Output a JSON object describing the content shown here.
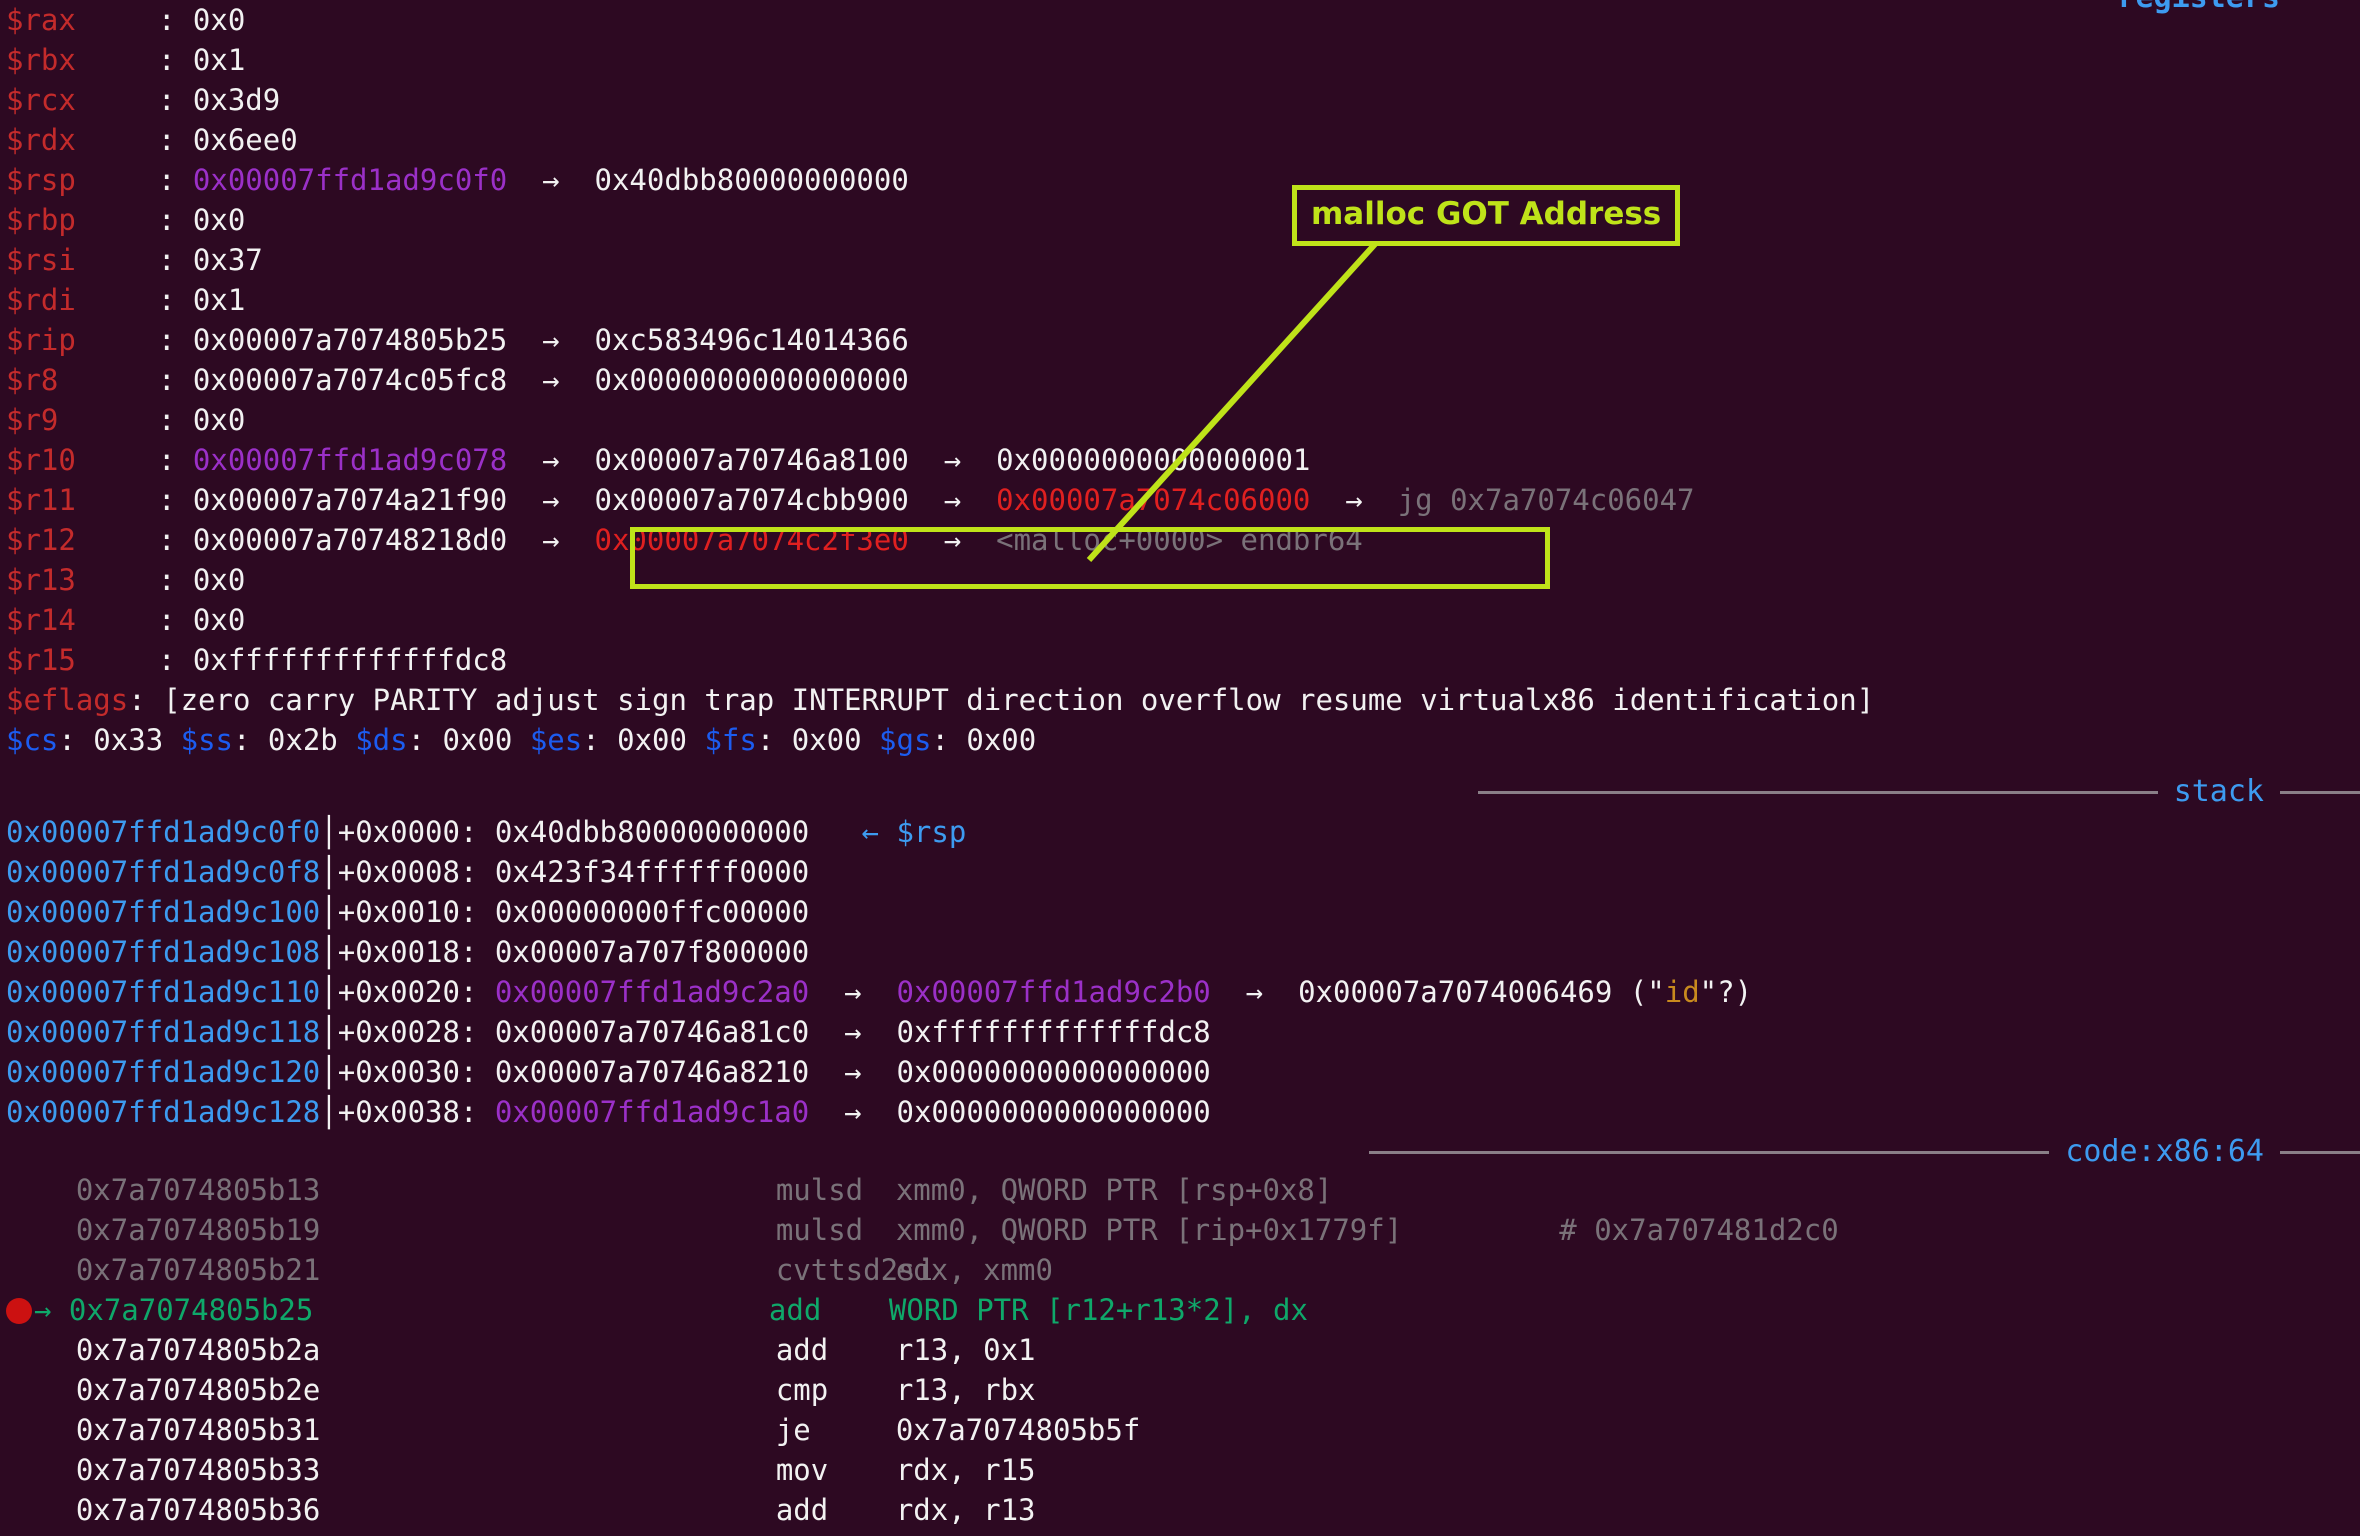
{
  "theme": {
    "background": "#2d0922",
    "register_name": "#c42b2b",
    "value_white": "#f2f2f2",
    "pointer_purple": "#9b30c8",
    "highlight_red": "#e02020",
    "symbol_gray": "#7a7279",
    "segment_blue": "#1c5cf0",
    "header_blue": "#3d9bf0",
    "current_insn_green": "#0fa86a",
    "string_orange": "#c88a1e",
    "annotation_green": "#bfe319"
  },
  "sections": {
    "registers_title": "registers",
    "stack_title": "stack",
    "code_title": "code:x86:64"
  },
  "registers": [
    {
      "name": "$rax",
      "sep": ": ",
      "parts": [
        {
          "t": "0x0",
          "c": "val"
        }
      ]
    },
    {
      "name": "$rbx",
      "sep": ": ",
      "parts": [
        {
          "t": "0x1",
          "c": "val"
        }
      ]
    },
    {
      "name": "$rcx",
      "sep": ": ",
      "parts": [
        {
          "t": "0x3d9",
          "c": "val"
        }
      ]
    },
    {
      "name": "$rdx",
      "sep": ": ",
      "parts": [
        {
          "t": "0x6ee0",
          "c": "val"
        }
      ]
    },
    {
      "name": "$rsp",
      "sep": ": ",
      "parts": [
        {
          "t": "0x00007ffd1ad9c0f0",
          "c": "ptr"
        },
        {
          "t": "  →  ",
          "c": "arrow"
        },
        {
          "t": "0x40dbb80000000000",
          "c": "val"
        }
      ]
    },
    {
      "name": "$rbp",
      "sep": ": ",
      "parts": [
        {
          "t": "0x0",
          "c": "val"
        }
      ]
    },
    {
      "name": "$rsi",
      "sep": ": ",
      "parts": [
        {
          "t": "0x37",
          "c": "val"
        }
      ]
    },
    {
      "name": "$rdi",
      "sep": ": ",
      "parts": [
        {
          "t": "0x1",
          "c": "val"
        }
      ]
    },
    {
      "name": "$rip",
      "sep": ": ",
      "parts": [
        {
          "t": "0x00007a7074805b25",
          "c": "val"
        },
        {
          "t": "  →  ",
          "c": "arrow"
        },
        {
          "t": "0xc583496c14014366",
          "c": "val"
        }
      ]
    },
    {
      "name": "$r8",
      "sep": ": ",
      "parts": [
        {
          "t": "0x00007a7074c05fc8",
          "c": "val"
        },
        {
          "t": "  →  ",
          "c": "arrow"
        },
        {
          "t": "0x0000000000000000",
          "c": "val"
        }
      ]
    },
    {
      "name": "$r9",
      "sep": ": ",
      "parts": [
        {
          "t": "0x0",
          "c": "val"
        }
      ]
    },
    {
      "name": "$r10",
      "sep": ": ",
      "parts": [
        {
          "t": "0x00007ffd1ad9c078",
          "c": "ptr"
        },
        {
          "t": "  →  ",
          "c": "arrow"
        },
        {
          "t": "0x00007a70746a8100",
          "c": "val"
        },
        {
          "t": "  →  ",
          "c": "arrow"
        },
        {
          "t": "0x0000000000000001",
          "c": "val"
        }
      ]
    },
    {
      "name": "$r11",
      "sep": ": ",
      "parts": [
        {
          "t": "0x00007a7074a21f90",
          "c": "val"
        },
        {
          "t": "  →  ",
          "c": "arrow"
        },
        {
          "t": "0x00007a7074cbb900",
          "c": "val"
        },
        {
          "t": "  →  ",
          "c": "arrow"
        },
        {
          "t": "0x00007a7074c06000",
          "c": "red"
        },
        {
          "t": "  →  ",
          "c": "arrow"
        },
        {
          "t": "jg 0x7a7074c06047",
          "c": "gray"
        }
      ]
    },
    {
      "name": "$r12",
      "sep": ": ",
      "parts": [
        {
          "t": "0x00007a70748218d0",
          "c": "val"
        },
        {
          "t": "  →  ",
          "c": "arrow"
        },
        {
          "t": "0x00007a7074c2f3e0",
          "c": "red"
        },
        {
          "t": "  →  ",
          "c": "arrow"
        },
        {
          "t": "<malloc+0000> endbr64",
          "c": "gray"
        }
      ]
    },
    {
      "name": "$r13",
      "sep": ": ",
      "parts": [
        {
          "t": "0x0",
          "c": "val"
        }
      ]
    },
    {
      "name": "$r14",
      "sep": ": ",
      "parts": [
        {
          "t": "0x0",
          "c": "val"
        }
      ]
    },
    {
      "name": "$r15",
      "sep": ": ",
      "parts": [
        {
          "t": "0xfffffffffffffdc8",
          "c": "val"
        }
      ]
    }
  ],
  "eflags": {
    "name": "$eflags",
    "sep": ": ",
    "value": "[zero carry PARITY adjust sign trap INTERRUPT direction overflow resume virtualx86 identification]"
  },
  "segments": [
    {
      "name": "$cs",
      "value": "0x33"
    },
    {
      "name": "$ss",
      "value": "0x2b"
    },
    {
      "name": "$ds",
      "value": "0x00"
    },
    {
      "name": "$es",
      "value": "0x00"
    },
    {
      "name": "$fs",
      "value": "0x00"
    },
    {
      "name": "$gs",
      "value": "0x00"
    }
  ],
  "stack": [
    {
      "addr": "0x00007ffd1ad9c0f0",
      "off": "+0x0000: ",
      "parts": [
        {
          "t": "0x40dbb80000000000",
          "c": "val"
        },
        {
          "t": "\t ← $rsp",
          "c": "lblue"
        }
      ]
    },
    {
      "addr": "0x00007ffd1ad9c0f8",
      "off": "+0x0008: ",
      "parts": [
        {
          "t": "0x423f34ffffff0000",
          "c": "val"
        }
      ]
    },
    {
      "addr": "0x00007ffd1ad9c100",
      "off": "+0x0010: ",
      "parts": [
        {
          "t": "0x00000000ffc00000",
          "c": "val"
        }
      ]
    },
    {
      "addr": "0x00007ffd1ad9c108",
      "off": "+0x0018: ",
      "parts": [
        {
          "t": "0x00007a707f800000",
          "c": "val"
        }
      ]
    },
    {
      "addr": "0x00007ffd1ad9c110",
      "off": "+0x0020: ",
      "parts": [
        {
          "t": "0x00007ffd1ad9c2a0",
          "c": "ptr"
        },
        {
          "t": "  →  ",
          "c": "arrow"
        },
        {
          "t": "0x00007ffd1ad9c2b0",
          "c": "ptr"
        },
        {
          "t": "  →  ",
          "c": "arrow"
        },
        {
          "t": "0x00007a7074006469 (\"",
          "c": "val"
        },
        {
          "t": "id",
          "c": "str"
        },
        {
          "t": "\"?)",
          "c": "val"
        }
      ]
    },
    {
      "addr": "0x00007ffd1ad9c118",
      "off": "+0x0028: ",
      "parts": [
        {
          "t": "0x00007a70746a81c0",
          "c": "val"
        },
        {
          "t": "  →  ",
          "c": "arrow"
        },
        {
          "t": "0xfffffffffffffdc8",
          "c": "val"
        }
      ]
    },
    {
      "addr": "0x00007ffd1ad9c120",
      "off": "+0x0030: ",
      "parts": [
        {
          "t": "0x00007a70746a8210",
          "c": "val"
        },
        {
          "t": "  →  ",
          "c": "arrow"
        },
        {
          "t": "0x0000000000000000",
          "c": "val"
        }
      ]
    },
    {
      "addr": "0x00007ffd1ad9c128",
      "off": "+0x0038: ",
      "parts": [
        {
          "t": "0x00007ffd1ad9c1a0",
          "c": "ptr"
        },
        {
          "t": "  →  ",
          "c": "arrow"
        },
        {
          "t": "0x0000000000000000",
          "c": "val"
        }
      ]
    }
  ],
  "code": [
    {
      "marker": "",
      "addr": "0x7a7074805b13",
      "mnemonic": "mulsd",
      "operands": "xmm0, QWORD PTR [rsp+0x8]",
      "comment": "",
      "state": "past"
    },
    {
      "marker": "",
      "addr": "0x7a7074805b19",
      "mnemonic": "mulsd",
      "operands": "xmm0, QWORD PTR [rip+0x1779f]",
      "comment": "# 0x7a707481d2c0",
      "state": "past"
    },
    {
      "marker": "",
      "addr": "0x7a7074805b21",
      "mnemonic": "cvttsd2si",
      "operands": "edx, xmm0",
      "comment": "",
      "state": "past"
    },
    {
      "marker": "→",
      "addr": "0x7a7074805b25",
      "mnemonic": "add",
      "operands": "WORD PTR [r12+r13*2], dx",
      "comment": "",
      "state": "current",
      "breakpoint": true
    },
    {
      "marker": "",
      "addr": "0x7a7074805b2a",
      "mnemonic": "add",
      "operands": "r13, 0x1",
      "comment": "",
      "state": "future"
    },
    {
      "marker": "",
      "addr": "0x7a7074805b2e",
      "mnemonic": "cmp",
      "operands": "r13, rbx",
      "comment": "",
      "state": "future"
    },
    {
      "marker": "",
      "addr": "0x7a7074805b31",
      "mnemonic": "je",
      "operands": "0x7a7074805b5f",
      "comment": "",
      "state": "future"
    },
    {
      "marker": "",
      "addr": "0x7a7074805b33",
      "mnemonic": "mov",
      "operands": "rdx, r15",
      "comment": "",
      "state": "future"
    },
    {
      "marker": "",
      "addr": "0x7a7074805b36",
      "mnemonic": "add",
      "operands": "rdx, r13",
      "comment": "",
      "state": "future"
    }
  ],
  "annotations": {
    "label": "malloc GOT Address",
    "color": "#bfe319"
  }
}
